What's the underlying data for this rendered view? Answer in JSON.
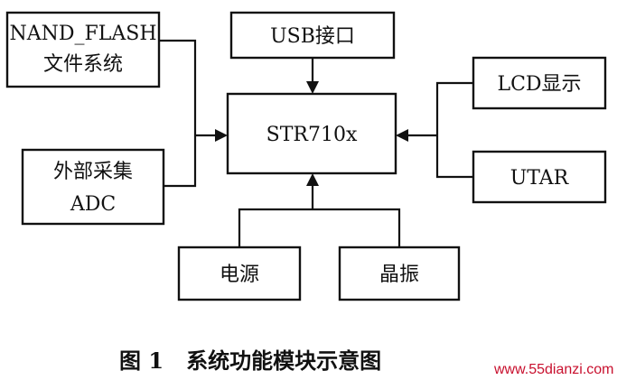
{
  "blocks": {
    "nand_flash": {
      "line1": "NAND_FLASH",
      "line2": "文件系统"
    },
    "usb": {
      "label": "USB接口"
    },
    "lcd": {
      "label": "LCD显示"
    },
    "cpu": {
      "label": "STR710x"
    },
    "adc": {
      "line1": "外部采集",
      "line2": "ADC"
    },
    "utar": {
      "label": "UTAR"
    },
    "power": {
      "label": "电源"
    },
    "crystal": {
      "label": "晶振"
    }
  },
  "caption": "图 1   系统功能模块示意图",
  "watermark": "www.55dianzi.com",
  "colors": {
    "stroke": "#111111",
    "background": "#ffffff",
    "watermark": "#c8102e"
  }
}
